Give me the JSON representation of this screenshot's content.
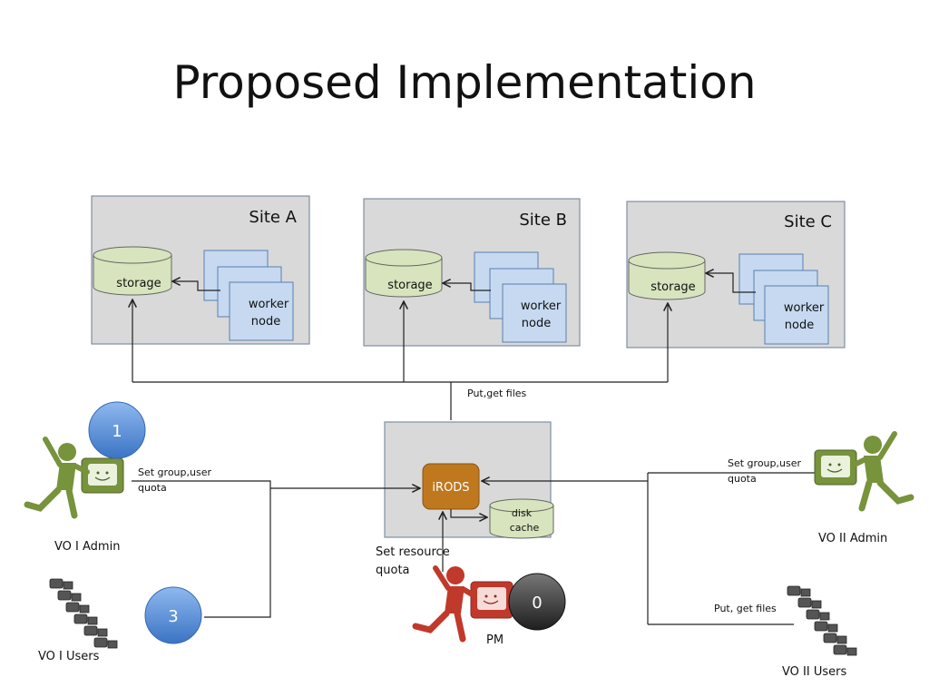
{
  "title": "Proposed Implementation",
  "sites": [
    {
      "name": "Site A",
      "storage": "storage",
      "worker_line1": "worker",
      "worker_line2": "node"
    },
    {
      "name": "Site B",
      "storage": "storage",
      "worker_line1": "worker",
      "worker_line2": "node"
    },
    {
      "name": "Site C",
      "storage": "storage",
      "worker_line1": "worker",
      "worker_line2": "node"
    }
  ],
  "center": {
    "irods": "iRODS",
    "disk_line1": "disk",
    "disk_line2": "cache",
    "put_get_files": "Put,get files",
    "set_resource_line1": "Set resource",
    "set_resource_line2": "quota"
  },
  "actors": {
    "vo1_admin": "VO I Admin",
    "vo1_users": "VO I Users",
    "vo2_admin": "VO II Admin",
    "vo2_users": "VO II Users",
    "pm": "PM"
  },
  "labels": {
    "vo1_quota_line1": "Set group,user",
    "vo1_quota_line2": "quota",
    "vo2_quota_line1": "Set group,user",
    "vo2_quota_line2": "quota",
    "vo2_put_get": "Put, get files"
  },
  "badges": {
    "b1": "1",
    "b3": "3",
    "b0": "0"
  },
  "colors": {
    "site_fill": "#d9d9d9",
    "storage_fill": "#d7e4bd",
    "worker_fill": "#c6d9f1",
    "irods_fill": "#c0781f",
    "badge_blue": "#4a86d4",
    "badge_dark": "#333333",
    "vo_green": "#77933c",
    "pm_red": "#c0392b"
  }
}
